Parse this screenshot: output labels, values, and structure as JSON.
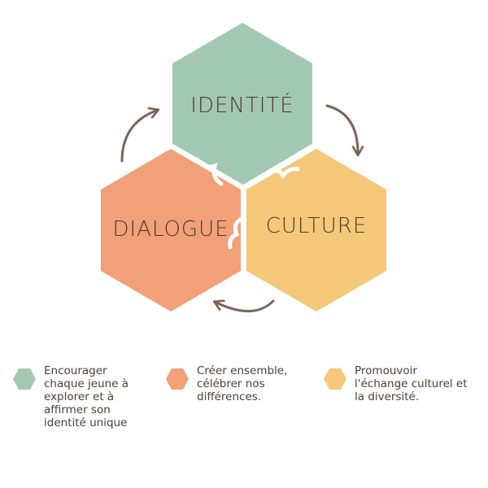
{
  "colors": {
    "green": "#a2c8b3",
    "orange": "#f1a077",
    "yellow": "#f4c878",
    "arrow": "#7c6457",
    "text": "#4a3a32"
  },
  "hexagons": {
    "identite": {
      "label": "IDENTITÉ"
    },
    "dialogue": {
      "label": "DIALOGUE"
    },
    "culture": {
      "label": "CULTURE"
    }
  },
  "legend": [
    {
      "color_key": "green",
      "text": "Encourager\nchaque jeune à\nexplorer et à\naffirmer son\nidentité unique"
    },
    {
      "color_key": "orange",
      "text": "Créer ensemble,\ncélébrer nos\ndifférences."
    },
    {
      "color_key": "yellow",
      "text": "Promouvoir\nl'échange culturel et\nla diversité."
    }
  ],
  "icons": [
    "curved-arrow-icon",
    "curved-arrow-icon",
    "curved-arrow-icon"
  ]
}
